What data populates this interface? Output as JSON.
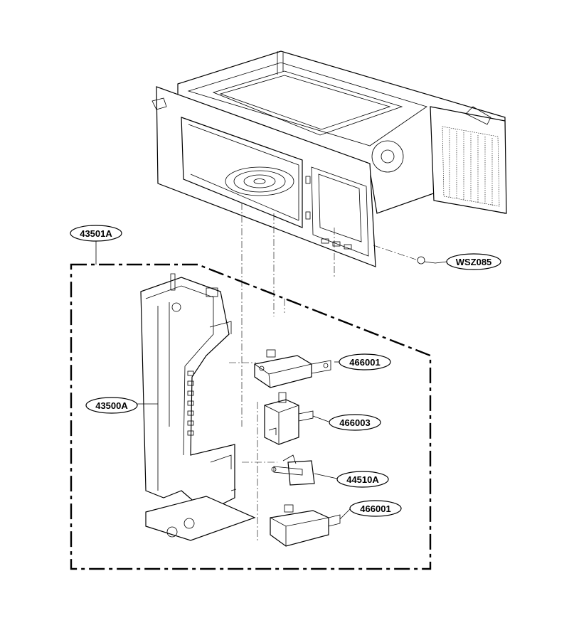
{
  "callouts": [
    "43501A",
    "WSZ085",
    "466001",
    "43500A",
    "466003",
    "44510A",
    "466001"
  ]
}
